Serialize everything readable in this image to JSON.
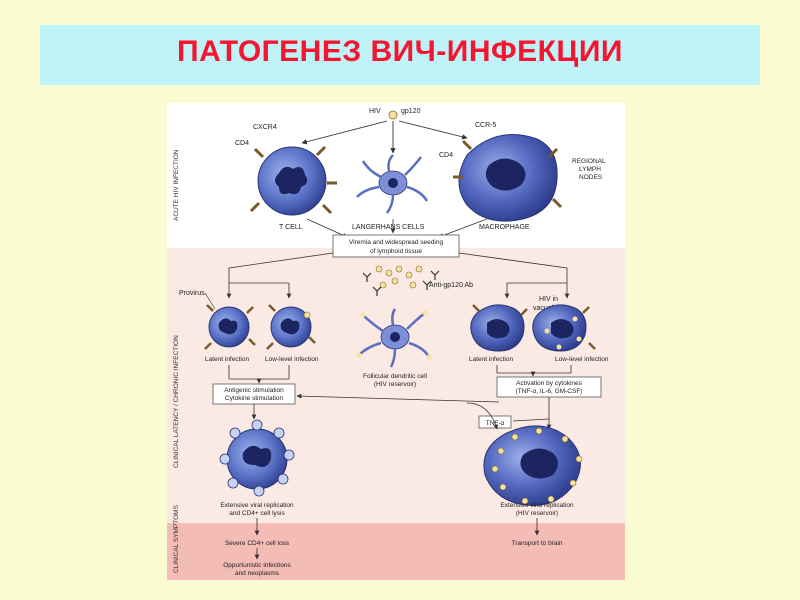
{
  "slide": {
    "title": "ПАТОГЕНЕЗ ВИЧ-ИНФЕКЦИИ"
  },
  "diagram": {
    "stages": {
      "acute": "ACUTE HIV INFECTION",
      "latency": "CLINICAL LATENCY / CHRONIC INFECTION",
      "symptoms": "CLINICAL SYMPTOMS"
    },
    "labels": {
      "hiv": "HIV",
      "gp120": "gp120",
      "cxcr4": "CXCR4",
      "cd4_left": "CD4",
      "ccr5": "CCR-5",
      "cd4_right": "CD4",
      "regional_1": "REGIONAL",
      "regional_2": "LYMPH",
      "regional_3": "NODES",
      "t_cell": "T CELL",
      "langerhans": "LANGERHANS CELLS",
      "macrophage": "MACROPHAGE",
      "viremia_1": "Viremia and widespread seeding",
      "viremia_2": "of lymphoid tissue",
      "anti_gp120": "Anti-gp120 Ab",
      "provirus": "Provirus",
      "hiv_in_vacuoles_1": "HIV in",
      "hiv_in_vacuoles_2": "vacuoles",
      "latent_left": "Latent infection",
      "lowlevel_left": "Low-level infection",
      "fdc_1": "Follicular dendritic cell",
      "fdc_2": "(HIV reservoir)",
      "latent_right": "Latent infection",
      "lowlevel_right": "Low-level infection",
      "antigenic_1": "Antigenic stimulation",
      "antigenic_2": "Cytokine stimulation",
      "activation_1": "Activation by cytokines",
      "activation_2": "(TNF-α, IL-6, GM-CSF)",
      "tnf": "TNF-α",
      "ext_left_1": "Extensive viral replication",
      "ext_left_2": "and CD4+ cell lysis",
      "ext_right_1": "Extensive viral replication",
      "ext_right_2": "(HIV reservoir)",
      "severe": "Severe CD4+ cell loss",
      "opportunistic_1": "Opportunistic infections",
      "opportunistic_2": "and neoplasms",
      "transport": "Transport to brain"
    },
    "colors": {
      "title_text": "#f51530",
      "title_band": "#bff3f7",
      "slide_bg": "#fbfbd1",
      "latency_band": "#fbe9e4",
      "symptoms_band": "#f3bcb5",
      "cell_blue": "#4a63b8",
      "nucleus": "#1d2560"
    }
  }
}
